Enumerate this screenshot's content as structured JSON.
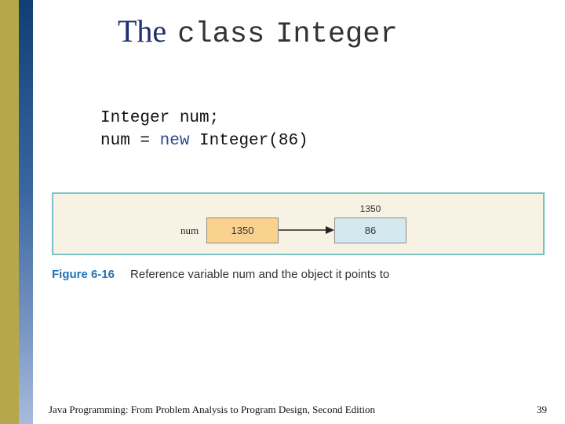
{
  "title": {
    "word1": "The",
    "word2": "class",
    "word3": "Integer"
  },
  "code": {
    "line1": "Integer num;",
    "line2_prefix": "num = ",
    "line2_keyword": "new",
    "line2_suffix": " Integer(86)"
  },
  "figure": {
    "variable_label": "num",
    "reference_value": "1350",
    "object_address": "1350",
    "object_value": "86",
    "caption_number": "Figure 6-16",
    "caption_text": "Reference variable num and the object it points to"
  },
  "footer": {
    "text": "Java Programming: From Problem Analysis to Program Design, Second Edition",
    "page_number": "39"
  },
  "colors": {
    "left_bar_olive": "#b5a84c",
    "left_bar_blue": "#0f3f75",
    "title": "#1f2f6b",
    "figure_border": "#7ac3c2",
    "figure_bg": "#f7f2e3",
    "reference_cell": "#f9d28f",
    "object_cell": "#d4e8ef",
    "caption_accent": "#1e73b8"
  }
}
